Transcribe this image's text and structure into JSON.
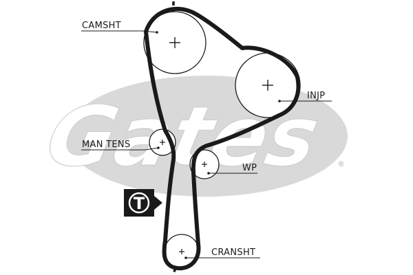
{
  "logo": {
    "text": "Gates",
    "mark": "®",
    "color": "#d9d9d9"
  },
  "belt_color": "#1a1a1a",
  "labels": {
    "camshaft": "CAMSHT",
    "injection_pump": "INJP",
    "manual_tensioner": "MAN TENS",
    "water_pump": "WP",
    "crankshaft": "CRANSHT"
  },
  "tension_badge": {
    "letter": "T",
    "icon": "tension-point-arrow-icon"
  }
}
